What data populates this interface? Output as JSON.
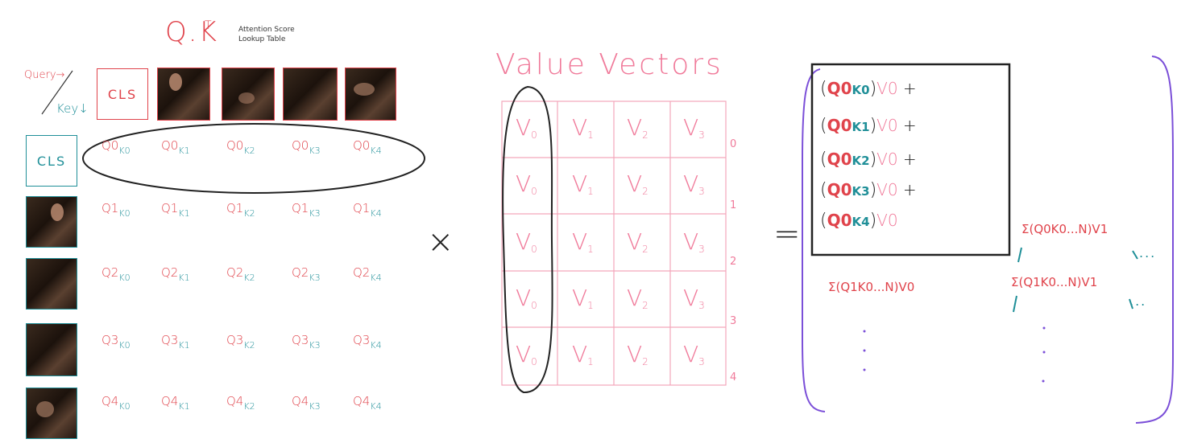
{
  "header": {
    "title": "Q.K",
    "title_sup": "T",
    "note_line1": "Attention Score",
    "note_line2": "Lookup Table"
  },
  "axes": {
    "query_label": "Query→",
    "key_label": "Key↓"
  },
  "cls_label": "CLS",
  "attention_rows": [
    [
      "Q0K0",
      "Q0K1",
      "Q0K2",
      "Q0K3",
      "Q0K4"
    ],
    [
      "Q1K0",
      "Q1K1",
      "Q1K2",
      "Q1K3",
      "Q1K4"
    ],
    [
      "Q2K0",
      "Q2K1",
      "Q2K2",
      "Q2K3",
      "Q2K4"
    ],
    [
      "Q3K0",
      "Q3K1",
      "Q3K2",
      "Q3K3",
      "Q3K4"
    ],
    [
      "Q4K0",
      "Q4K1",
      "Q4K2",
      "Q4K3",
      "Q4K4"
    ]
  ],
  "operators": {
    "times": "×",
    "equals": "="
  },
  "value_vectors": {
    "title": "Value Vectors",
    "columns": [
      "V0",
      "V1",
      "V2",
      "V3"
    ],
    "row_indices": [
      "0",
      "1",
      "2",
      "3",
      "4"
    ]
  },
  "result": {
    "first_cell_terms": [
      "(Q0K0)V0 +",
      "(Q0K1)V0 +",
      "(Q0K2)V0 +",
      "(Q0K3)V0 +",
      "(Q0K4)V0"
    ],
    "cell_0_1": "Σ(Q0K0...N)V1",
    "cell_1_0": "Σ(Q1K0...N)V0",
    "cell_1_1": "Σ(Q1K0...N)V1",
    "ellipsis": "..."
  },
  "colors": {
    "red": "#e0434b",
    "teal": "#1f8f98",
    "pink": "#f07a9a",
    "purple": "#7b4fd8",
    "ink": "#222222"
  }
}
